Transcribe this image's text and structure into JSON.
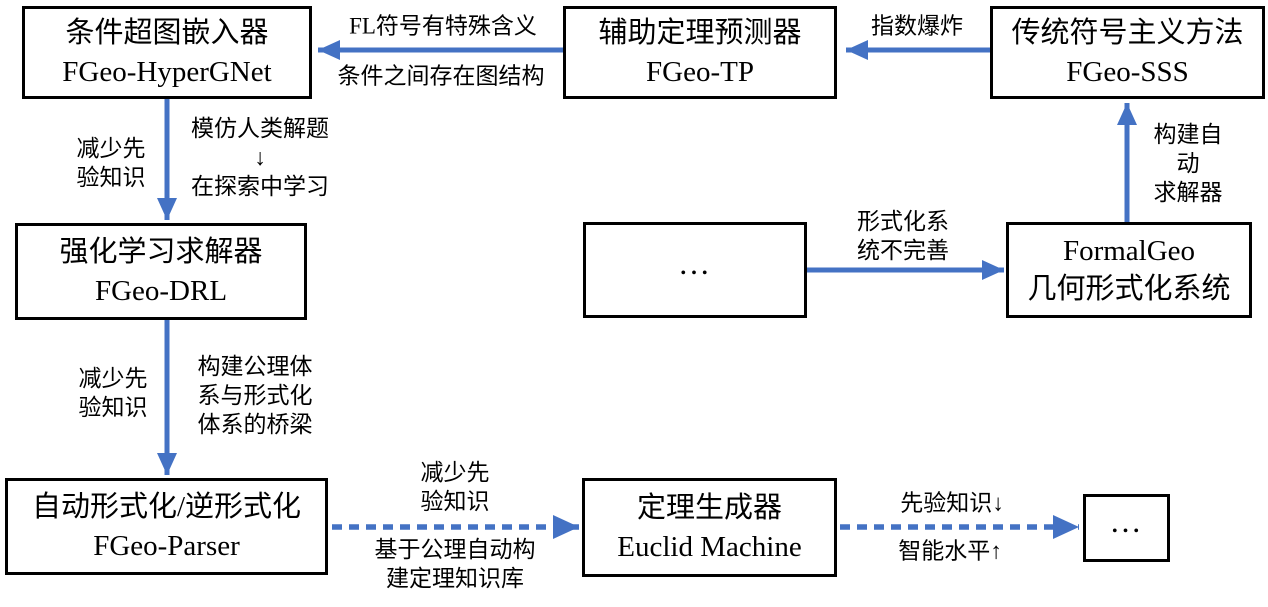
{
  "diagram": {
    "boxes": {
      "hypergnet": {
        "title": "条件超图嵌入器",
        "subtitle": "FGeo-HyperGNet"
      },
      "tp": {
        "title": "辅助定理预测器",
        "subtitle": "FGeo-TP"
      },
      "sss": {
        "title": "传统符号主义方法",
        "subtitle": "FGeo-SSS"
      },
      "drl": {
        "title": "强化学习求解器",
        "subtitle": "FGeo-DRL"
      },
      "ellipsis_mid": {
        "title": "…"
      },
      "formalgeo": {
        "title": "FormalGeo",
        "subtitle": "几何形式化系统"
      },
      "parser": {
        "title": "自动形式化/逆形式化",
        "subtitle": "FGeo-Parser"
      },
      "euclid": {
        "title": "定理生成器",
        "subtitle": "Euclid Machine"
      },
      "ellipsis_end": {
        "title": "…"
      }
    },
    "edge_labels": {
      "tp_to_hypergnet_top": "FL符号有特殊含义",
      "tp_to_hypergnet_bottom": "条件之间存在图结构",
      "sss_to_tp": "指数爆炸",
      "hypergnet_to_drl_left": "减少先\n验知识",
      "hypergnet_to_drl_right": "模仿人类解题\n↓\n在探索中学习",
      "ellipsis_to_formalgeo": "形式化系\n统不完善",
      "formalgeo_to_sss": "构建自动\n求解器",
      "drl_to_parser_left": "减少先\n验知识",
      "drl_to_parser_right": "构建公理体\n系与形式化\n体系的桥梁",
      "parser_to_euclid_top": "减少先\n验知识",
      "parser_to_euclid_bottom": "基于公理自动构\n建定理知识库",
      "euclid_to_end_top": "先验知识↓",
      "euclid_to_end_bottom": "智能水平↑"
    },
    "colors": {
      "arrow": "#4472C4",
      "box_border": "#000000",
      "background": "#ffffff",
      "text": "#000000"
    }
  }
}
